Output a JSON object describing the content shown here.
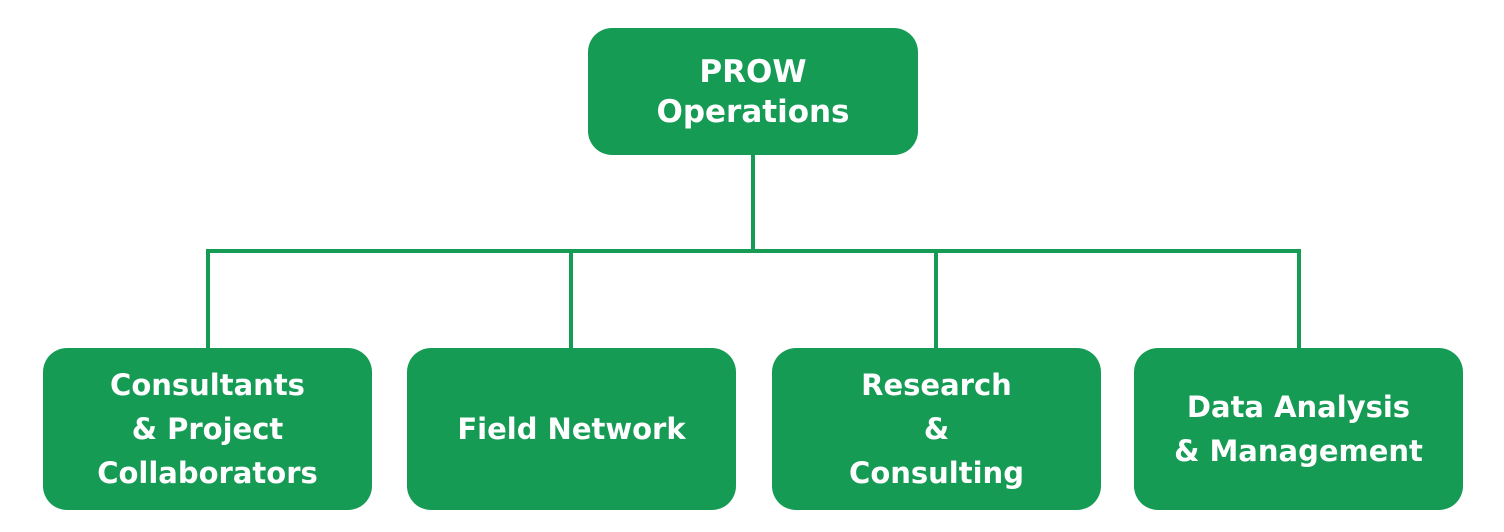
{
  "colors": {
    "node_fill": "#169b55",
    "connector": "#169b55",
    "text": "#ffffff"
  },
  "root": {
    "lines": [
      "PROW",
      "Operations"
    ]
  },
  "children": [
    {
      "lines": [
        "Consultants",
        "& Project",
        "Collaborators"
      ]
    },
    {
      "lines": [
        "Field Network"
      ]
    },
    {
      "lines": [
        "Research",
        "&",
        "Consulting"
      ]
    },
    {
      "lines": [
        "Data Analysis",
        "& Management"
      ]
    }
  ]
}
